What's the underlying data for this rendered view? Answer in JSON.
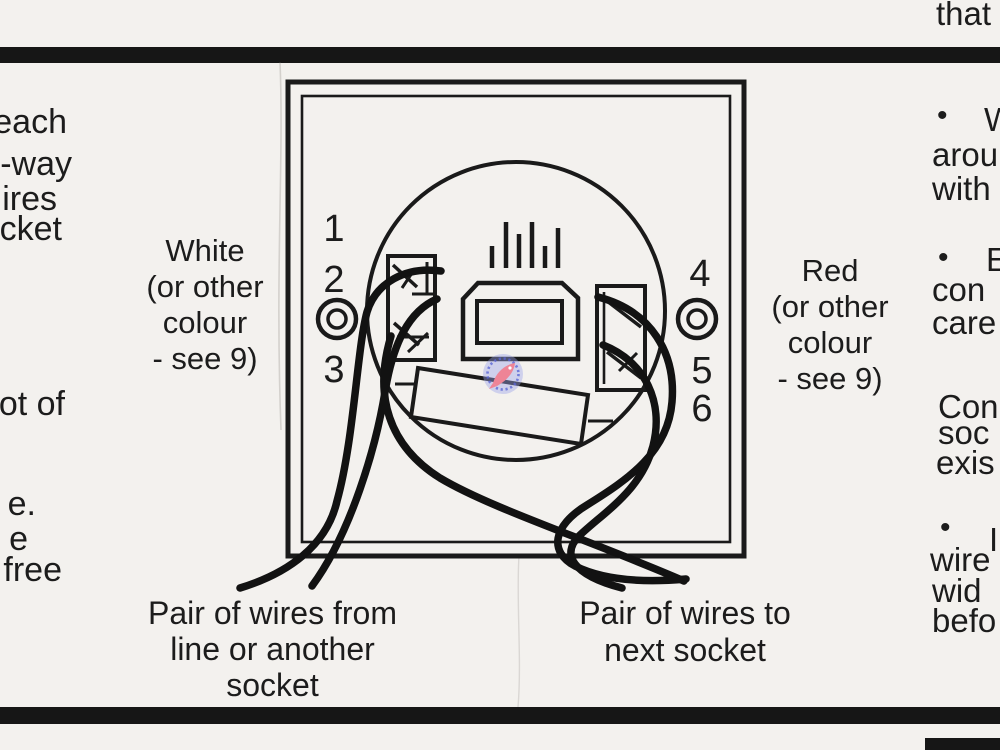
{
  "page": {
    "paper_color": "#f3f1ee",
    "ink_color": "#1c1c1c",
    "divider_color": "#161616"
  },
  "top_right_text": "that",
  "left_column": {
    "fragments": [
      "each",
      "-way",
      "ires",
      "cket",
      "ot of",
      "e.",
      "e",
      "free"
    ]
  },
  "right_column": {
    "bullet_char": "•",
    "fragments": [
      "W",
      "arou",
      "with",
      "E",
      "con",
      "care",
      "Con",
      "soc",
      "exis",
      "I",
      "wire",
      "wid",
      "befo"
    ]
  },
  "diagram": {
    "left_wire_label": [
      "White",
      "(or other",
      "colour",
      "- see 9)"
    ],
    "right_wire_label": [
      "Red",
      "(or other",
      "colour",
      "- see 9)"
    ],
    "terminal_numbers": [
      "1",
      "2",
      "3",
      "4",
      "5",
      "6"
    ],
    "caption_left": [
      "Pair of wires from",
      "line or another",
      "socket"
    ],
    "caption_right": [
      "Pair of wires to",
      "next socket"
    ],
    "stamp_colors": {
      "ring": "#5b66d6",
      "fill": "#9aa3ea",
      "emblem": "#ee8496"
    }
  }
}
